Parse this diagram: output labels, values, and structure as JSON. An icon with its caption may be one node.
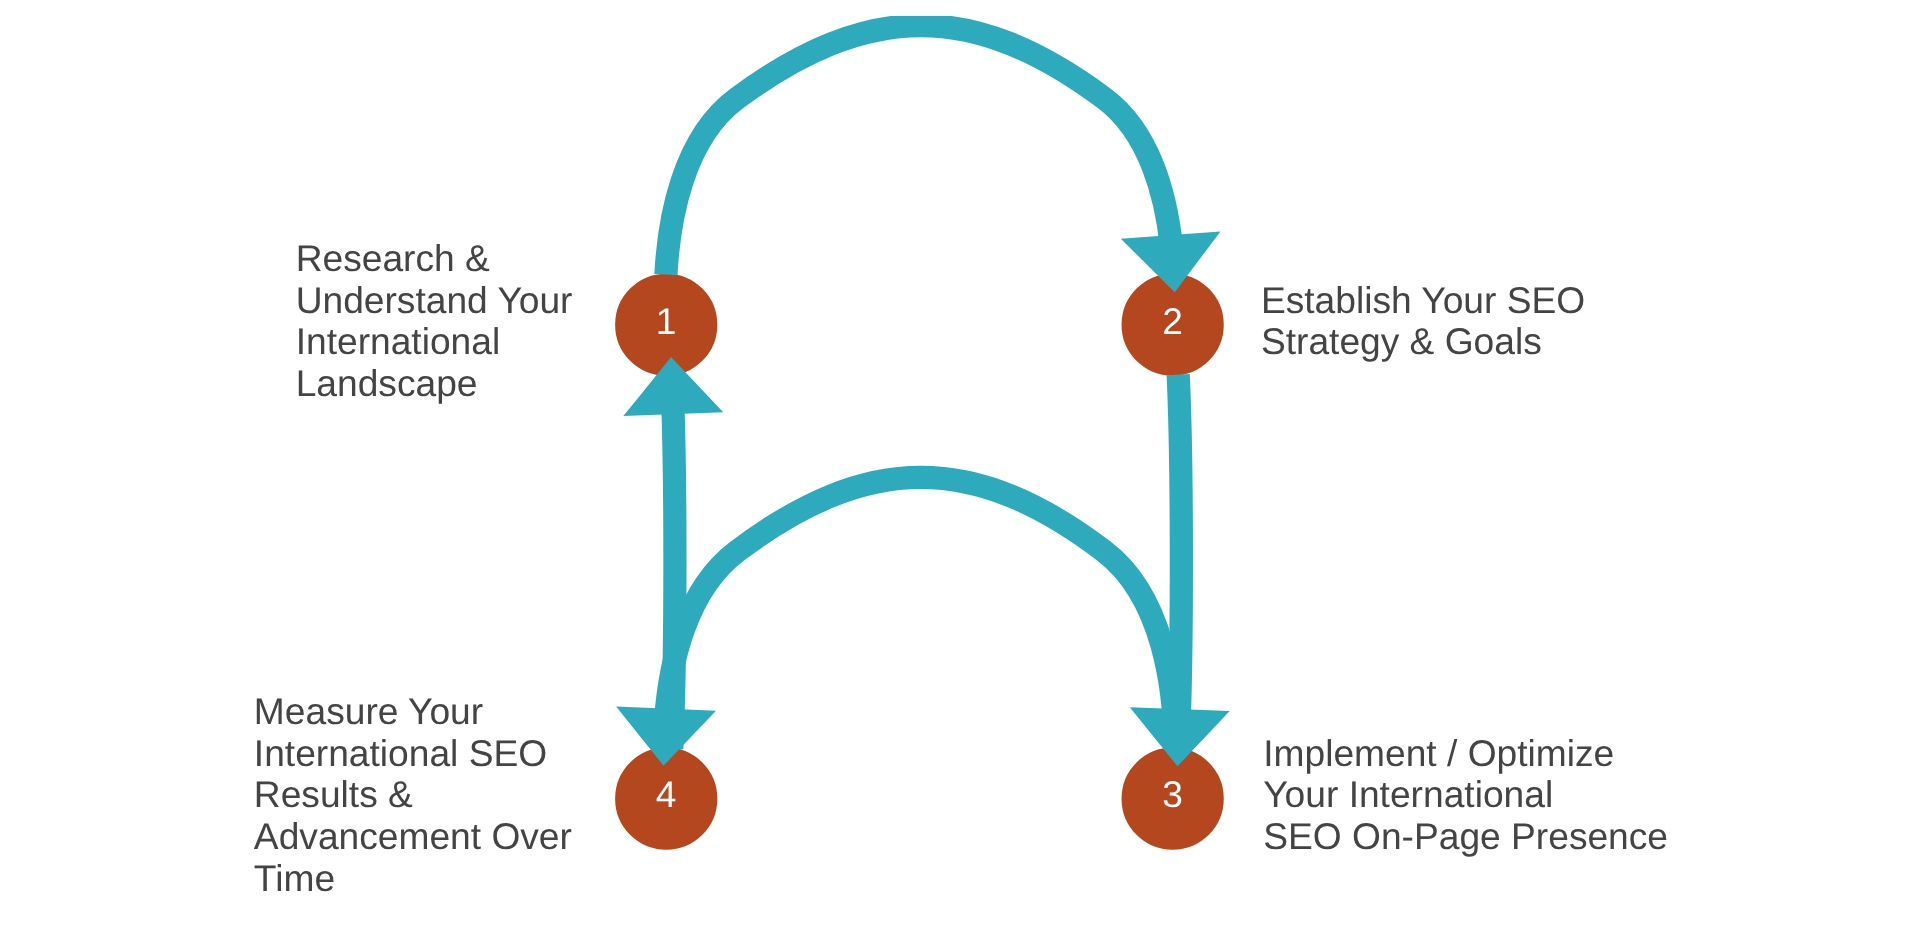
{
  "diagram": {
    "nodes": [
      {
        "text": [
          "1"
        ],
        "beside": [
          "Research & Understand Your International Landscape"
        ]
      },
      {
        "text": [
          "2"
        ],
        "beside": [
          "Establish Your SEO Strategy & Goals"
        ]
      },
      {
        "text": [
          "3"
        ],
        "beside": [
          "Implement / Optimize Your International SEO On-Page Presence"
        ]
      },
      {
        "text": [
          "4"
        ],
        "beside": [
          "Measure Your International SEO Results & Advancement Over Time"
        ]
      }
    ],
    "edges": [
      {
        "from": 0,
        "to": 1,
        "arrow": "to"
      },
      {
        "from": 1,
        "to": 2,
        "arrow": "to"
      },
      {
        "from": 2,
        "to": 3,
        "arrow": "to"
      },
      {
        "from": 3,
        "to": 0,
        "arrow": "to"
      }
    ]
  }
}
